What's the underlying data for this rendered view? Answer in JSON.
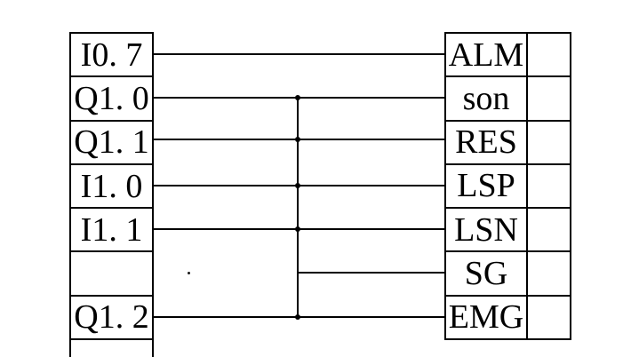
{
  "diagram": {
    "left_table": {
      "rows": [
        {
          "label": "I0. 7"
        },
        {
          "label": "Q1. 0"
        },
        {
          "label": "Q1. 1"
        },
        {
          "label": "I1. 0"
        },
        {
          "label": "I1. 1"
        },
        {
          "label": ""
        },
        {
          "label": "Q1. 2"
        },
        {
          "label": ""
        }
      ]
    },
    "right_table": {
      "rows": [
        {
          "label": "ALM",
          "value": ""
        },
        {
          "label": "son",
          "value": ""
        },
        {
          "label": "RES",
          "value": ""
        },
        {
          "label": "LSP",
          "value": ""
        },
        {
          "label": "LSN",
          "value": ""
        },
        {
          "label": "SG",
          "value": ""
        },
        {
          "label": "EMG",
          "value": ""
        }
      ]
    },
    "connections": [
      {
        "from": "I0. 7",
        "to": "ALM",
        "on_bus": false,
        "junction_dot": false
      },
      {
        "from": "Q1. 0",
        "to": "son",
        "on_bus": true,
        "junction_dot": true
      },
      {
        "from": "Q1. 1",
        "to": "RES",
        "on_bus": true,
        "junction_dot": true
      },
      {
        "from": "I1. 0",
        "to": "LSP",
        "on_bus": true,
        "junction_dot": true
      },
      {
        "from": "I1. 1",
        "to": "LSN",
        "on_bus": true,
        "junction_dot": true
      },
      {
        "from": "bus",
        "to": "SG",
        "on_bus": true,
        "junction_dot": false
      },
      {
        "from": "Q1. 2",
        "to": "EMG",
        "on_bus": true,
        "junction_dot": true
      }
    ],
    "colors": {
      "line": "#000000",
      "text": "#000000",
      "background": "#ffffff"
    }
  }
}
